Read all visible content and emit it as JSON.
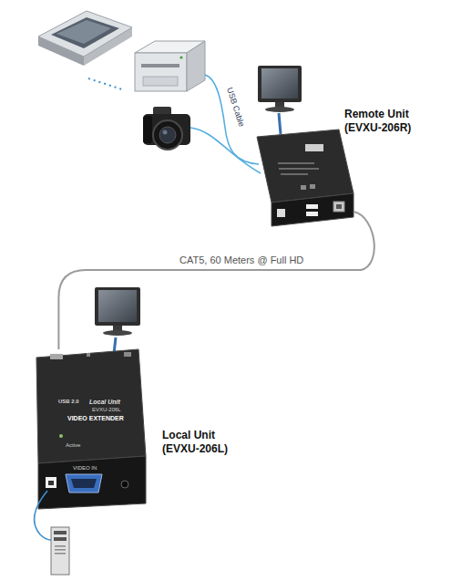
{
  "diagram": {
    "nodes": [
      {
        "text": [
          "Remote Unit (EVXU-206R)"
        ]
      },
      {
        "text": [
          "Local Unit (EVXU-206L)"
        ]
      }
    ],
    "edges": [
      {
        "from": 0,
        "to": 1,
        "arrow": "none",
        "label": "CAT5, 60 Meters @ Full HD"
      }
    ],
    "labels": [
      "USB Cable",
      "USB 2.0",
      "Local Unit",
      "EVXU-206L",
      "VIDEO EXTENDER",
      "Active",
      "VIDEO IN"
    ]
  }
}
